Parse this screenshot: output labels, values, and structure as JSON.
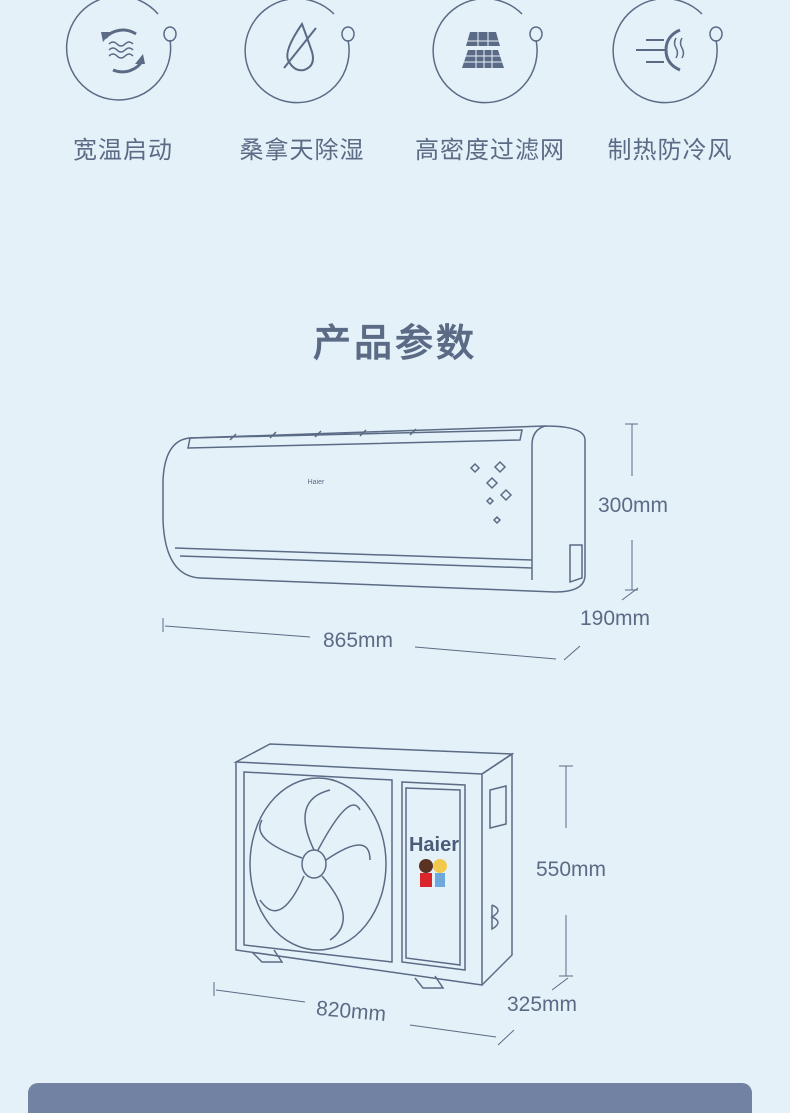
{
  "features": [
    {
      "label": "宽温启动",
      "icon": "temperature-cycle-icon"
    },
    {
      "label": "桑拿天除湿",
      "icon": "dehumidify-drop-icon"
    },
    {
      "label": "高密度过滤网",
      "icon": "filter-mesh-icon"
    },
    {
      "label": "制热防冷风",
      "icon": "warm-air-icon"
    }
  ],
  "section_title": "产品参数",
  "indoor_unit": {
    "brand": "Haier",
    "height": "300mm",
    "depth": "190mm",
    "width": "865mm"
  },
  "outdoor_unit": {
    "brand": "Haier",
    "height": "550mm",
    "depth": "325mm",
    "width": "820mm"
  },
  "colors": {
    "background": "#e5f1f8",
    "ink": "#5b6b86",
    "bar": "#7282a2"
  }
}
